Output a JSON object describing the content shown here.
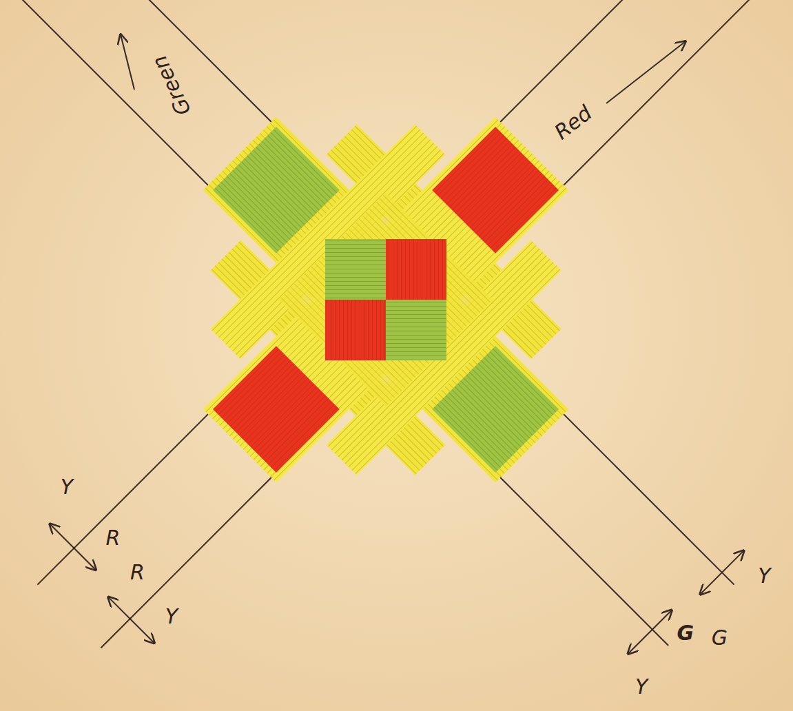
{
  "diagram": {
    "labels": [
      "Green",
      "Red",
      "Y",
      "R",
      "R",
      "Y",
      "Y",
      "G",
      "G",
      "Y"
    ]
  }
}
